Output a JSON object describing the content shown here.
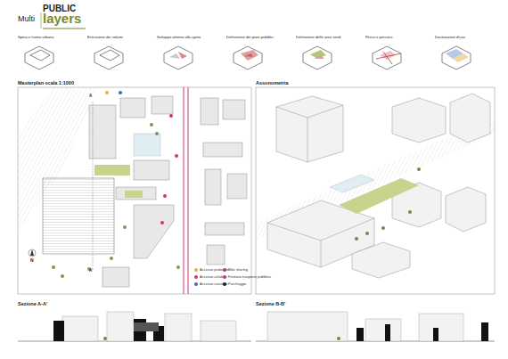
{
  "diagram": {
    "labels": [
      "PUBLIC",
      "Multi",
      "layers",
      "Spina e trama urbana",
      "Estrusione dei volumi",
      "Sviluppo attorno alla spina",
      "Definizione dei piani pubblici",
      "Definizione delle aree verdi",
      "Flussi e percorsi",
      "Destinazioni d'uso",
      "Masterplan scala 1:1000",
      "Assonometria",
      "Sezione A-A'",
      "Sezione B-B'",
      "N",
      "A",
      "A'"
    ],
    "legend": [
      {
        "text": "Accesso pedonale",
        "color": "#e6b838"
      },
      {
        "text": "Accesso ciclabile",
        "color": "#d0357a"
      },
      {
        "text": "Accesso carrabile",
        "color": "#3a6bb0"
      },
      {
        "text": "Bike sharing",
        "color": "#b03a8a"
      },
      {
        "text": "Fermata trasporto pubblico",
        "color": "#d0357a"
      },
      {
        "text": "Parcheggio",
        "color": "#222222"
      }
    ]
  }
}
